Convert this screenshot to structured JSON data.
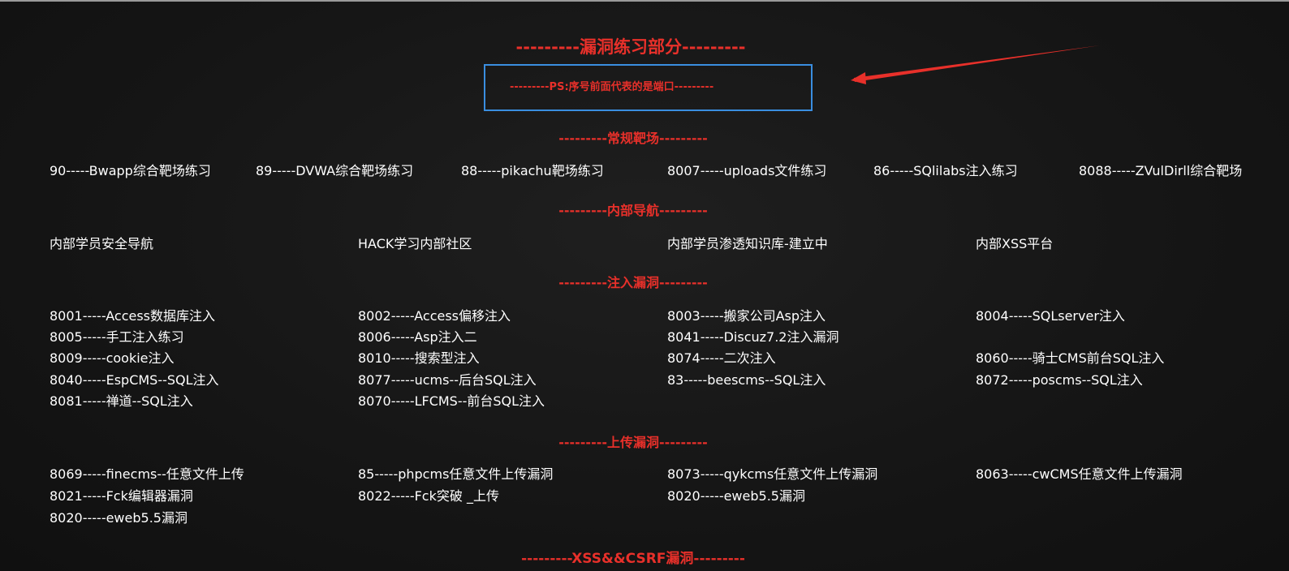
{
  "main_title": "---------漏洞练习部分---------",
  "ps_note": "---------PS:序号前面代表的是端口---------",
  "sections": {
    "regular": {
      "title": "---------常规靶场---------",
      "items": [
        "90-----Bwapp综合靶场练习",
        "89-----DVWA综合靶场练习",
        "88-----pikachu靶场练习",
        "8007-----uploads文件练习",
        "86-----SQlilabs注入练习",
        "8088-----ZVulDirll综合靶场"
      ]
    },
    "internal": {
      "title": "---------内部导航---------",
      "items": [
        "内部学员安全导航",
        "HACK学习内部社区",
        "内部学员渗透知识库-建立中",
        "内部XSS平台"
      ]
    },
    "injection": {
      "title": "---------注入漏洞---------",
      "rows": [
        [
          "8001-----Access数据库注入",
          "8002-----Access偏移注入",
          "8003-----搬家公司Asp注入",
          "8004-----SQLserver注入"
        ],
        [
          "8005-----手工注入练习",
          "8006-----Asp注入二",
          "8041-----Discuz7.2注入漏洞",
          ""
        ],
        [
          "8009-----cookie注入",
          "8010-----搜索型注入",
          "8074-----二次注入",
          "8060-----骑士CMS前台SQL注入"
        ],
        [
          "8040-----EspCMS--SQL注入",
          "8077-----ucms--后台SQL注入",
          "83-----beescms--SQL注入",
          "8072-----poscms--SQL注入"
        ],
        [
          "8081-----禅道--SQL注入",
          "8070-----LFCMS--前台SQL注入",
          "",
          ""
        ]
      ]
    },
    "upload": {
      "title": "---------上传漏洞---------",
      "rows": [
        [
          "8069-----finecms--任意文件上传",
          "85-----phpcms任意文件上传漏洞",
          "8073-----qykcms任意文件上传漏洞",
          "8063-----cwCMS任意文件上传漏洞"
        ],
        [
          "8021-----Fck编辑器漏洞",
          "8022-----Fck突破 _上传",
          "8020-----eweb5.5漏洞",
          ""
        ],
        [
          "8020-----eweb5.5漏洞",
          "",
          "",
          ""
        ]
      ]
    },
    "xss": {
      "title": "---------XSS&&CSRF漏洞---------"
    }
  },
  "colors": {
    "accent_red": "#e8302a",
    "box_blue": "#3a8ee0",
    "background": "#151515",
    "text": "#ffffff"
  }
}
